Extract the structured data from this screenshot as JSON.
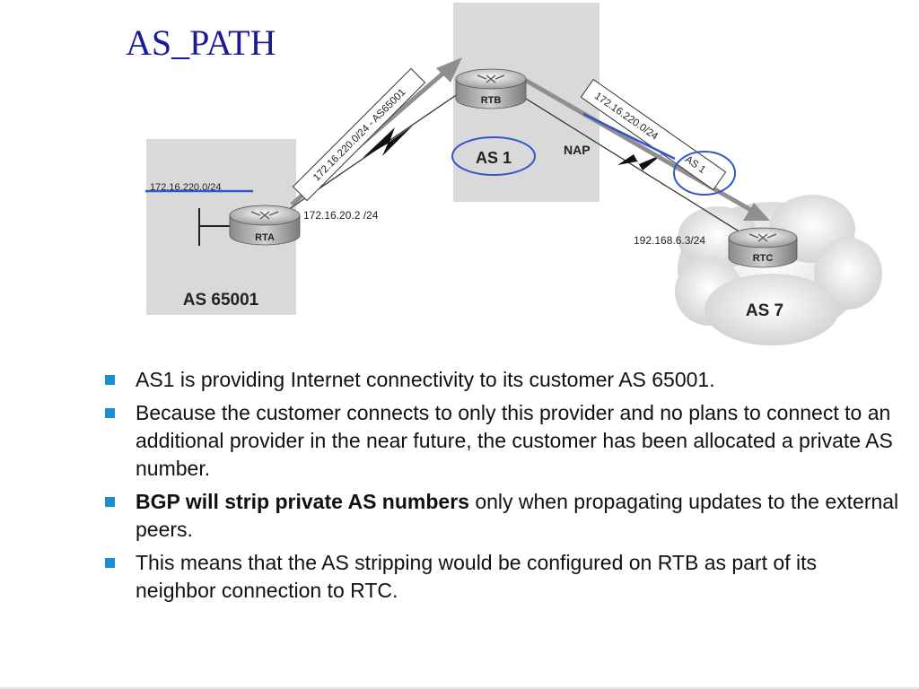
{
  "slide": {
    "title": "AS_PATH"
  },
  "diagram": {
    "as65001_label": "AS 65001",
    "as1_label": "AS 1",
    "as7_label": "AS 7",
    "nap_label": "NAP",
    "routers": {
      "rta": "RTA",
      "rtb": "RTB",
      "rtc": "RTC"
    },
    "network_label": "172.16.220.0/24",
    "rta_ip": "172.16.20.2 /24",
    "rtc_ip": "192.168.6.3/24",
    "update_rta_to_rtb": "172.16.220.0/24 - AS65001",
    "update_rtb_to_rtc_prefix": "172.16.220.0/24",
    "update_rtb_to_rtc_as": "AS 1"
  },
  "bullets": [
    {
      "text": "AS1 is providing Internet connectivity to its customer AS 65001."
    },
    {
      "text": "Because the customer connects to only this provider and no plans to connect to an additional provider in the near future, the customer has been allocated a private AS number."
    },
    {
      "bold": "BGP will strip private AS numbers",
      "text": " only when propagating updates to the external peers."
    },
    {
      "text": "This means that the AS stripping would be configured on RTB as part of its neighbor connection to RTC."
    }
  ],
  "colors": {
    "title": "#1a1a9c",
    "bullet_marker": "#1a8fd0",
    "highlight_line": "#3355cc",
    "highlight_circle": "#3355cc",
    "as_box": "#d9d9d9",
    "arrow": "#8f8f8f"
  }
}
